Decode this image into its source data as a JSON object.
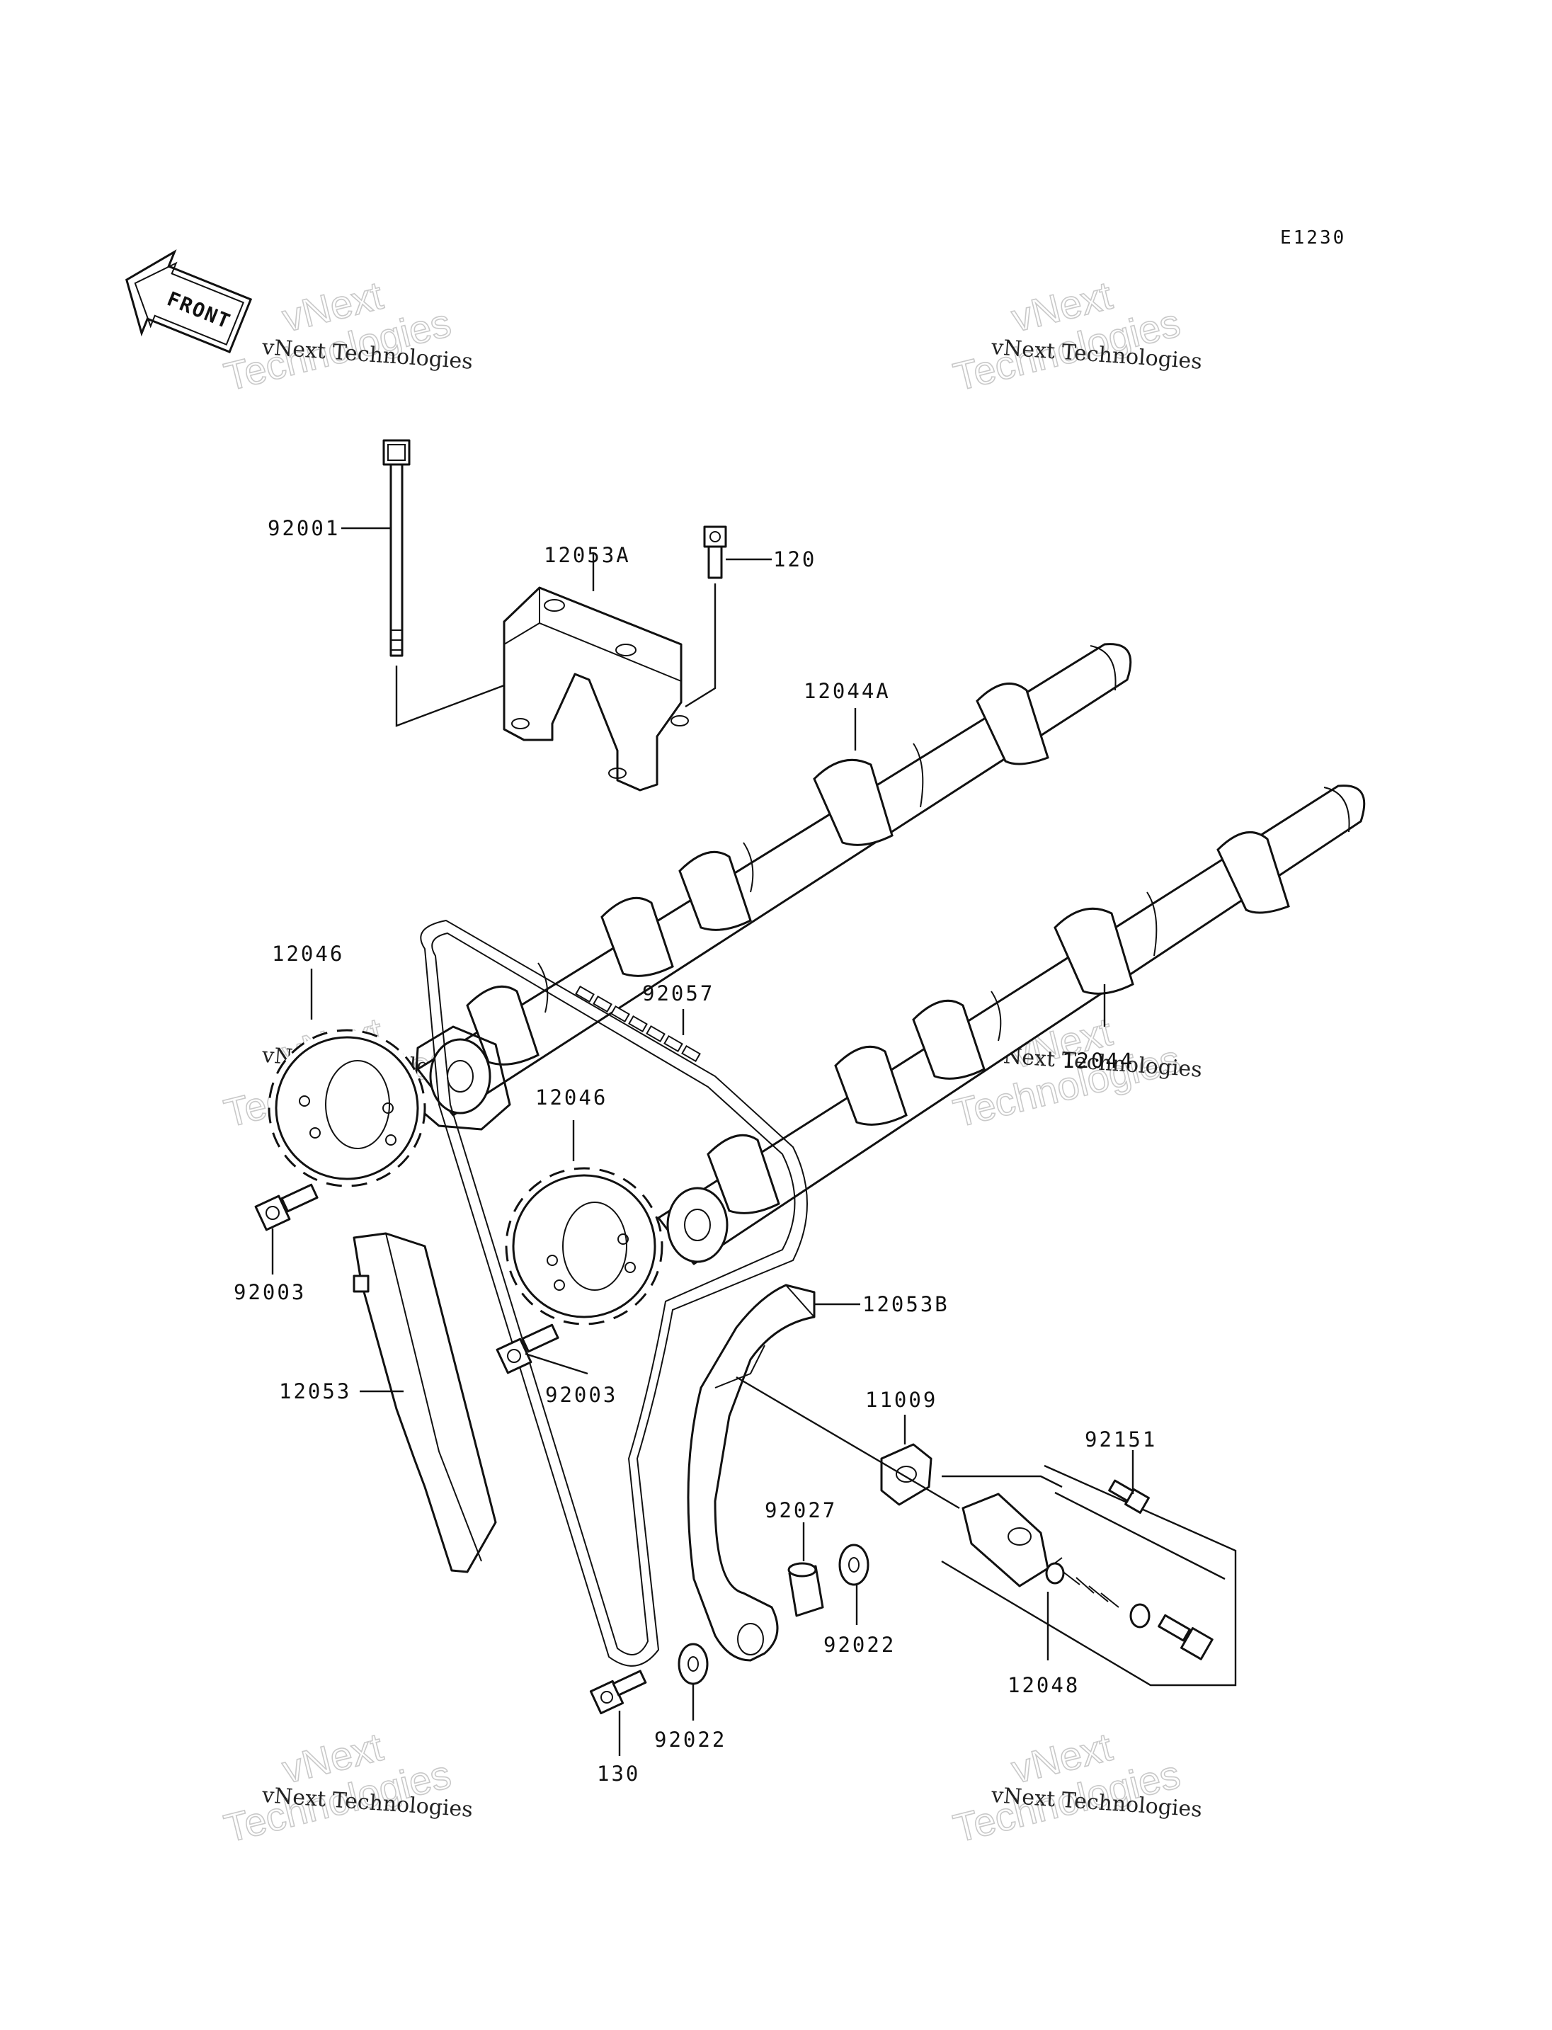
{
  "diagram_code": "E1230",
  "front_label": "FRONT",
  "watermark": {
    "line1": "vNext Technologies",
    "line2": "vNext",
    "line3": "Technologies"
  },
  "parts": {
    "p92001": "92001",
    "p12053A": "12053A",
    "p120": "120",
    "p12044A": "12044A",
    "p12046_top": "12046",
    "p92057": "92057",
    "p12044": "12044",
    "p12046_mid": "12046",
    "p92003_left": "92003",
    "p12053B": "12053B",
    "p12053": "12053",
    "p92003_mid": "92003",
    "p11009": "11009",
    "p92151": "92151",
    "p92027": "92027",
    "p92022_right": "92022",
    "p12048": "12048",
    "p92022_bottom": "92022",
    "p130": "130"
  }
}
